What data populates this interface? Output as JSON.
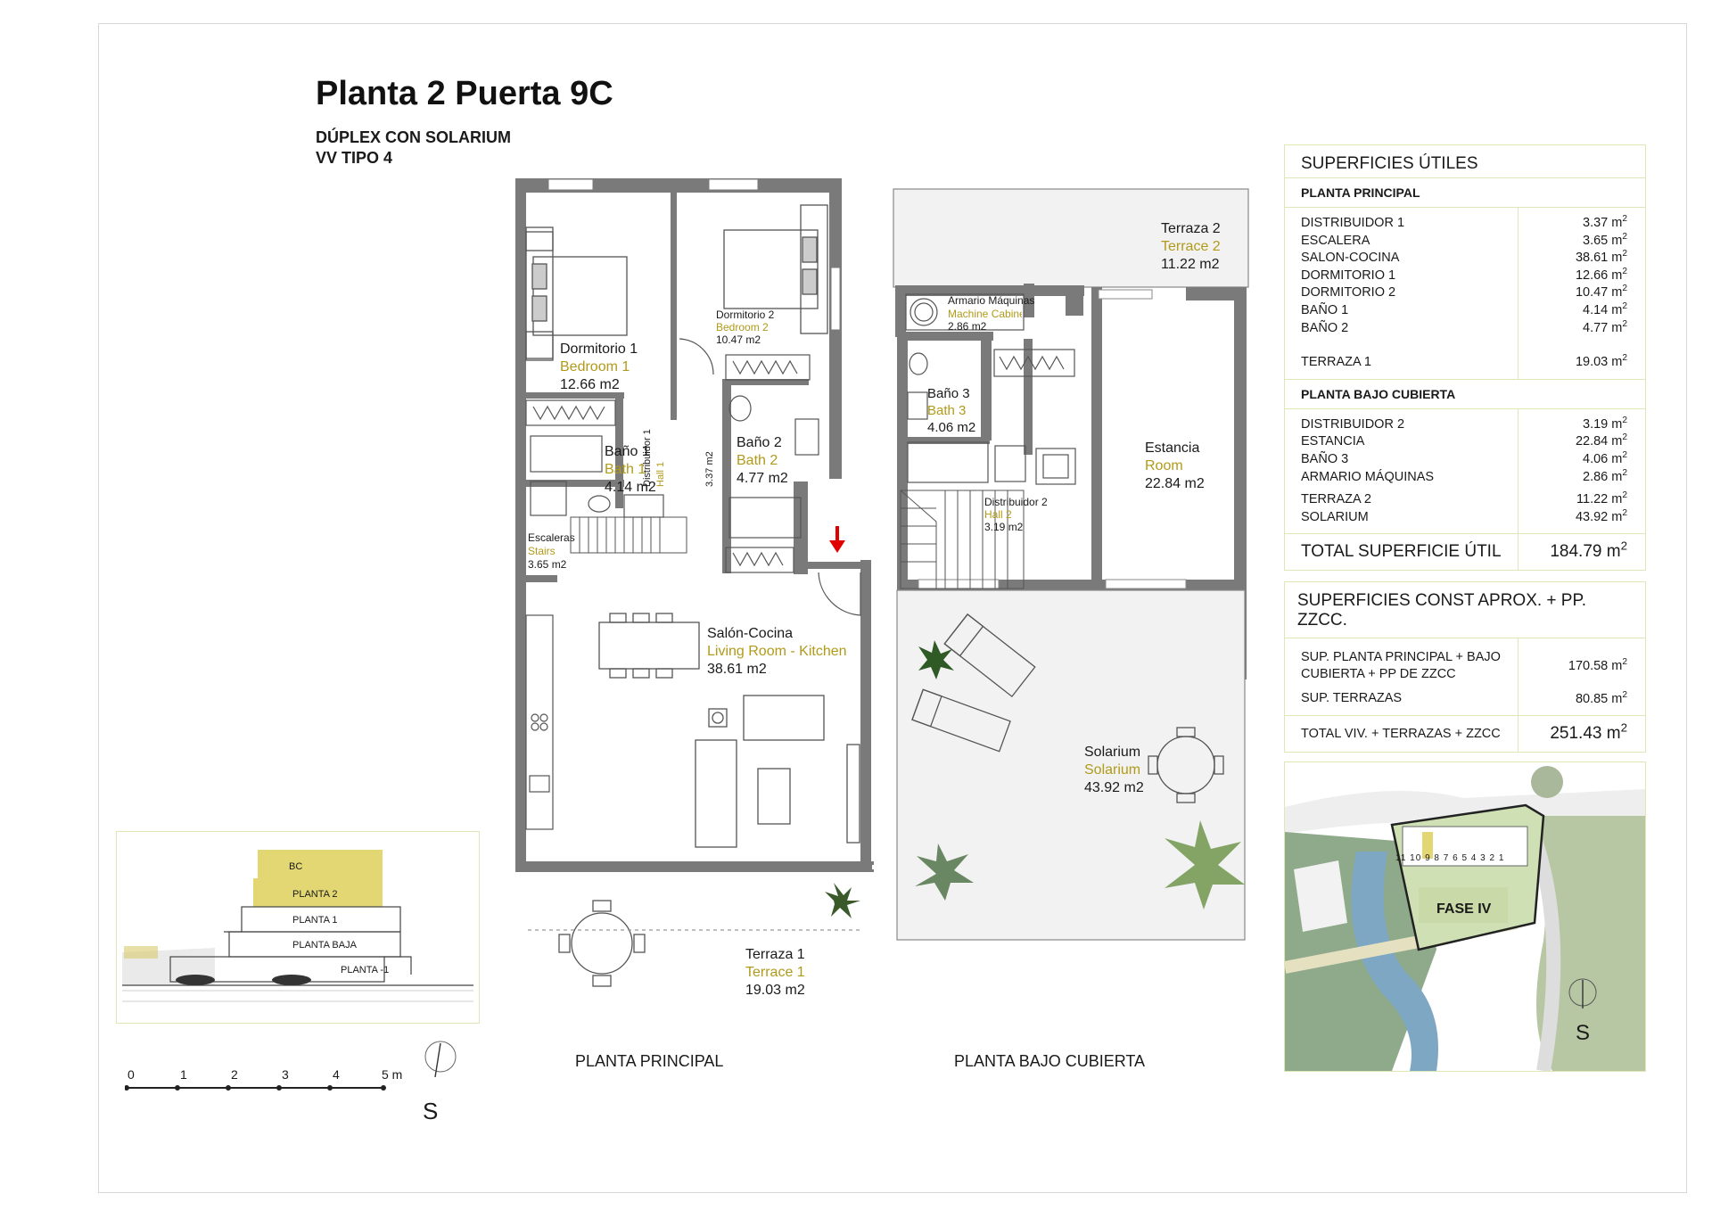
{
  "header": {
    "title": "Planta 2 Puerta 9C",
    "subtitle_1": "DÚPLEX CON SOLARIUM",
    "subtitle_2": "VV TIPO 4"
  },
  "plan_principal": {
    "caption": "PLANTA PRINCIPAL",
    "rooms": {
      "dorm1": {
        "es": "Dormitorio 1",
        "en": "Bedroom 1",
        "area": "12.66 m2"
      },
      "dorm2": {
        "es": "Dormitorio 2",
        "en": "Bedroom 2",
        "area": "10.47 m2"
      },
      "bano1": {
        "es": "Baño 1",
        "en": "Bath 1",
        "area": "4.14 m2"
      },
      "bano2": {
        "es": "Baño 2",
        "en": "Bath 2",
        "area": "4.77 m2"
      },
      "dist1": {
        "es": "Distribuidor 1",
        "en": "Hall 1",
        "area": "3.37 m2"
      },
      "esc": {
        "es": "Escaleras",
        "en": "Stairs",
        "area": "3.65 m2"
      },
      "salon": {
        "es": "Salón-Cocina",
        "en": "Living Room - Kitchen",
        "area": "38.61 m2"
      },
      "terr1": {
        "es": "Terraza 1",
        "en": "Terrace 1",
        "area": "19.03 m2"
      }
    }
  },
  "plan_cubierta": {
    "caption": "PLANTA BAJO CUBIERTA",
    "rooms": {
      "terr2": {
        "es": "Terraza 2",
        "en": "Terrace 2",
        "area": "11.22 m2"
      },
      "maq": {
        "es": "Armario Máquinas",
        "en": "Machine Cabinet",
        "area": "2.86 m2"
      },
      "bano3": {
        "es": "Baño 3",
        "en": "Bath 3",
        "area": "4.06 m2"
      },
      "estancia": {
        "es": "Estancia",
        "en": "Room",
        "area": "22.84 m2"
      },
      "dist2": {
        "es": "Distribuidor 2",
        "en": "Hall 2",
        "area": "3.19 m2"
      },
      "solarium": {
        "es": "Solarium",
        "en": "Solarium",
        "area": "43.92 m2"
      }
    }
  },
  "section": {
    "levels": [
      "BC",
      "PLANTA 2",
      "PLANTA 1",
      "PLANTA BAJA",
      "PLANTA -1"
    ]
  },
  "scale": {
    "ticks": [
      "0",
      "1",
      "2",
      "3",
      "4",
      "5 m"
    ],
    "north_label": "S"
  },
  "location": {
    "phase": "FASE IV",
    "units": [
      "11",
      "10",
      "9",
      "8",
      "7",
      "6",
      "5",
      "4",
      "3",
      "2",
      "1"
    ],
    "north_label": "S"
  },
  "areas_table": {
    "header": "SUPERFICIES ÚTILES",
    "main_title": "PLANTA PRINCIPAL",
    "main_rows": [
      {
        "label": "DISTRIBUIDOR 1",
        "value": "3.37 m",
        "unit": "2"
      },
      {
        "label": "ESCALERA",
        "value": "3.65 m",
        "unit": "2"
      },
      {
        "label": "SALON-COCINA",
        "value": "38.61 m",
        "unit": "2"
      },
      {
        "label": "DORMITORIO 1",
        "value": "12.66 m",
        "unit": "2"
      },
      {
        "label": "DORMITORIO 2",
        "value": "10.47 m",
        "unit": "2"
      },
      {
        "label": "BAÑO 1",
        "value": "4.14 m",
        "unit": "2"
      },
      {
        "label": "BAÑO 2",
        "value": "4.77 m",
        "unit": "2"
      }
    ],
    "main_terrace": {
      "label": "TERRAZA 1",
      "value": "19.03 m",
      "unit": "2"
    },
    "roof_title": "PLANTA BAJO CUBIERTA",
    "roof_rows": [
      {
        "label": "DISTRIBUIDOR 2",
        "value": "3.19 m",
        "unit": "2"
      },
      {
        "label": "ESTANCIA",
        "value": "22.84 m",
        "unit": "2"
      },
      {
        "label": "BAÑO 3",
        "value": "4.06 m",
        "unit": "2"
      },
      {
        "label": "ARMARIO MÁQUINAS",
        "value": "2.86 m",
        "unit": "2"
      }
    ],
    "roof_terraces": [
      {
        "label": "TERRAZA 2",
        "value": "11.22 m",
        "unit": "2"
      },
      {
        "label": "SOLARIUM",
        "value": "43.92 m",
        "unit": "2"
      }
    ],
    "total": {
      "label": "TOTAL SUPERFICIE ÚTIL",
      "value": "184.79 m",
      "unit": "2"
    },
    "const_header": "SUPERFICIES CONST APROX. + PP. ZZCC.",
    "const_rows": [
      {
        "label_1": "SUP. PLANTA PRINCIPAL + BAJO",
        "label_2": "CUBIERTA + PP DE ZZCC",
        "value": "170.58 m",
        "unit": "2"
      },
      {
        "label_1": "SUP. TERRAZAS",
        "label_2": "",
        "value": "80.85 m",
        "unit": "2"
      }
    ],
    "const_total": {
      "label": "TOTAL VIV. + TERRAZAS + ZZCC",
      "value": "251.43 m",
      "unit": "2"
    }
  },
  "colors": {
    "accent_label": "#b19a1a",
    "highlight": "#e3d773",
    "wall": "#777777",
    "table_border": "#dfe6b8",
    "entrance_arrow": "#e00000"
  }
}
